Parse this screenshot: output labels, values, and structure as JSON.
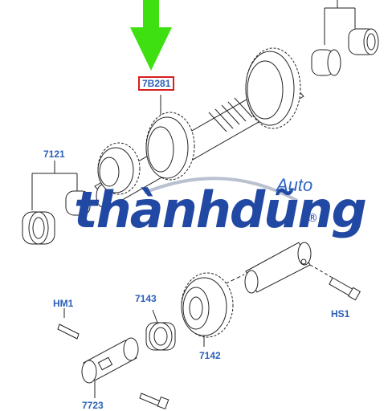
{
  "labels": {
    "main_shaft": "7B281",
    "bearing_left": "7121",
    "hm1": "HM1",
    "bearing_small": "7143",
    "gear": "7142",
    "fork": "7723",
    "hs1": "HS1"
  },
  "watermark": {
    "brand": "thànhdũng",
    "sub": "Auto",
    "reg": "®"
  },
  "colors": {
    "line": "#222222",
    "label": "#2a5fb8",
    "highlight_box": "#d81e1e",
    "arrow": "#3ee012",
    "watermark": "#2148a3"
  }
}
